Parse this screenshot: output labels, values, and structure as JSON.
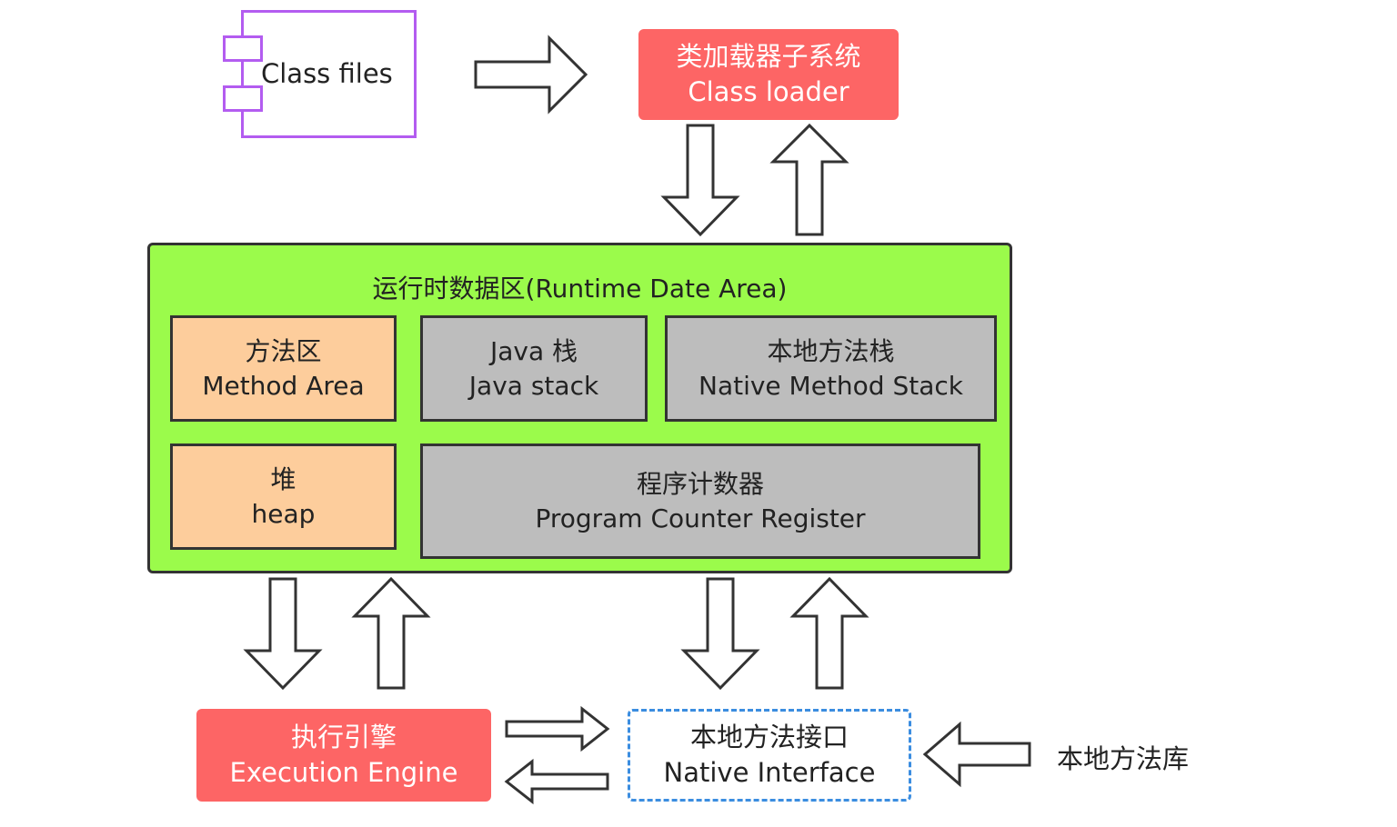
{
  "class_files": {
    "label": "Class files"
  },
  "class_loader": {
    "zh": "类加载器子系统",
    "en": "Class loader"
  },
  "runtime_area": {
    "title": "运行时数据区(Runtime Date Area)",
    "method_area": {
      "zh": "方法区",
      "en": "Method Area"
    },
    "java_stack": {
      "zh": "Java 栈",
      "en": "Java stack"
    },
    "native_stack": {
      "zh": "本地方法栈",
      "en": "Native Method Stack"
    },
    "heap": {
      "zh": "堆",
      "en": "heap"
    },
    "pc_register": {
      "zh": "程序计数器",
      "en": "Program Counter Register"
    }
  },
  "execution_engine": {
    "zh": "执行引擎",
    "en": "Execution Engine"
  },
  "native_interface": {
    "zh": "本地方法接口",
    "en": "Native Interface"
  },
  "native_library": {
    "label": "本地方法库"
  },
  "colors": {
    "green": "#9bfb4b",
    "red": "#fd6565",
    "orange": "#fdcd9c",
    "gray": "#bdbdbd",
    "purple": "#b35cf0",
    "blue_dashed": "#3b8de0"
  }
}
